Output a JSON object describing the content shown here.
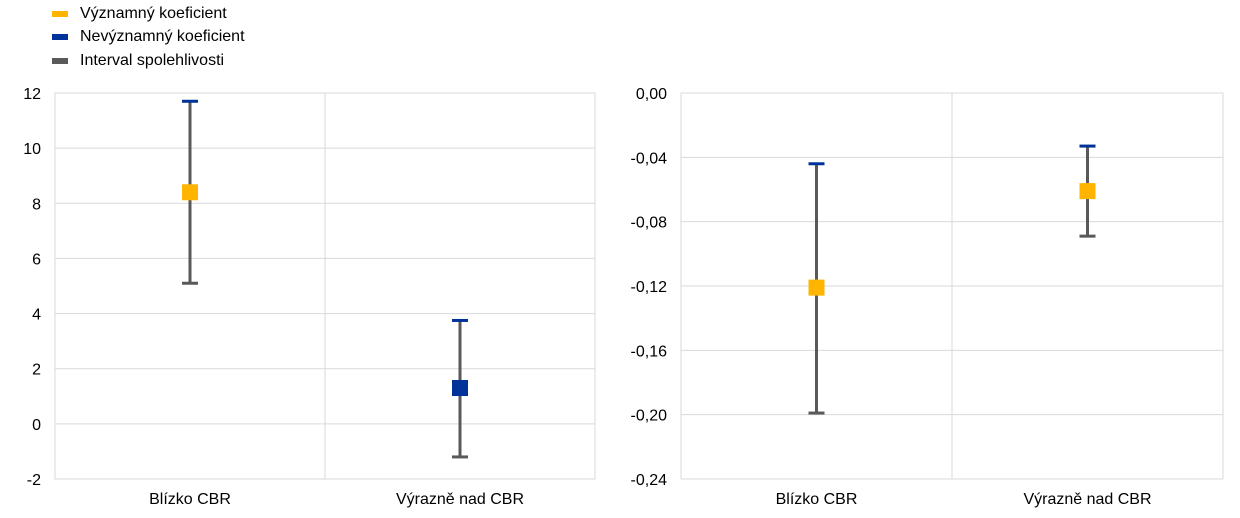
{
  "legend": {
    "items": [
      {
        "label": "Významný koeficient",
        "color": "#FFB400",
        "icon": "swatch-significant"
      },
      {
        "label": "Nevýznamný koeficient",
        "color": "#003299",
        "icon": "swatch-insignificant"
      },
      {
        "label": "Interval spolehlivosti",
        "color": "#595959",
        "icon": "swatch-interval"
      }
    ]
  },
  "colors": {
    "significant": "#FFB400",
    "insignificant": "#003299",
    "interval": "#595959",
    "interval_cap": "#003299",
    "grid": "#d9d9d9"
  },
  "chart_data": [
    {
      "type": "scatter",
      "subtype": "point-with-confidence-interval",
      "categories": [
        "Blízko CBR",
        "Výrazně nad CBR"
      ],
      "values": [
        8.4,
        1.3
      ],
      "lower": [
        5.1,
        -1.2
      ],
      "upper": [
        11.7,
        3.75
      ],
      "significant": [
        true,
        false
      ],
      "ylim": [
        -2,
        12
      ],
      "yticks": [
        -2,
        0,
        2,
        4,
        6,
        8,
        10,
        12
      ],
      "ytick_labels": [
        "-2",
        "0",
        "2",
        "4",
        "6",
        "8",
        "10",
        "12"
      ],
      "grid": true,
      "title": "",
      "xlabel": "",
      "ylabel": ""
    },
    {
      "type": "scatter",
      "subtype": "point-with-confidence-interval",
      "categories": [
        "Blízko CBR",
        "Výrazně nad CBR"
      ],
      "values": [
        -0.121,
        -0.061
      ],
      "lower": [
        -0.199,
        -0.089
      ],
      "upper": [
        -0.044,
        -0.033
      ],
      "significant": [
        true,
        true
      ],
      "ylim": [
        -0.24,
        0.0
      ],
      "yticks": [
        -0.24,
        -0.2,
        -0.16,
        -0.12,
        -0.08,
        -0.04,
        0.0
      ],
      "ytick_labels": [
        "-0,24",
        "-0,20",
        "-0,16",
        "-0,12",
        "-0,08",
        "-0,04",
        "0,00"
      ],
      "grid": true,
      "title": "",
      "xlabel": "",
      "ylabel": ""
    }
  ]
}
